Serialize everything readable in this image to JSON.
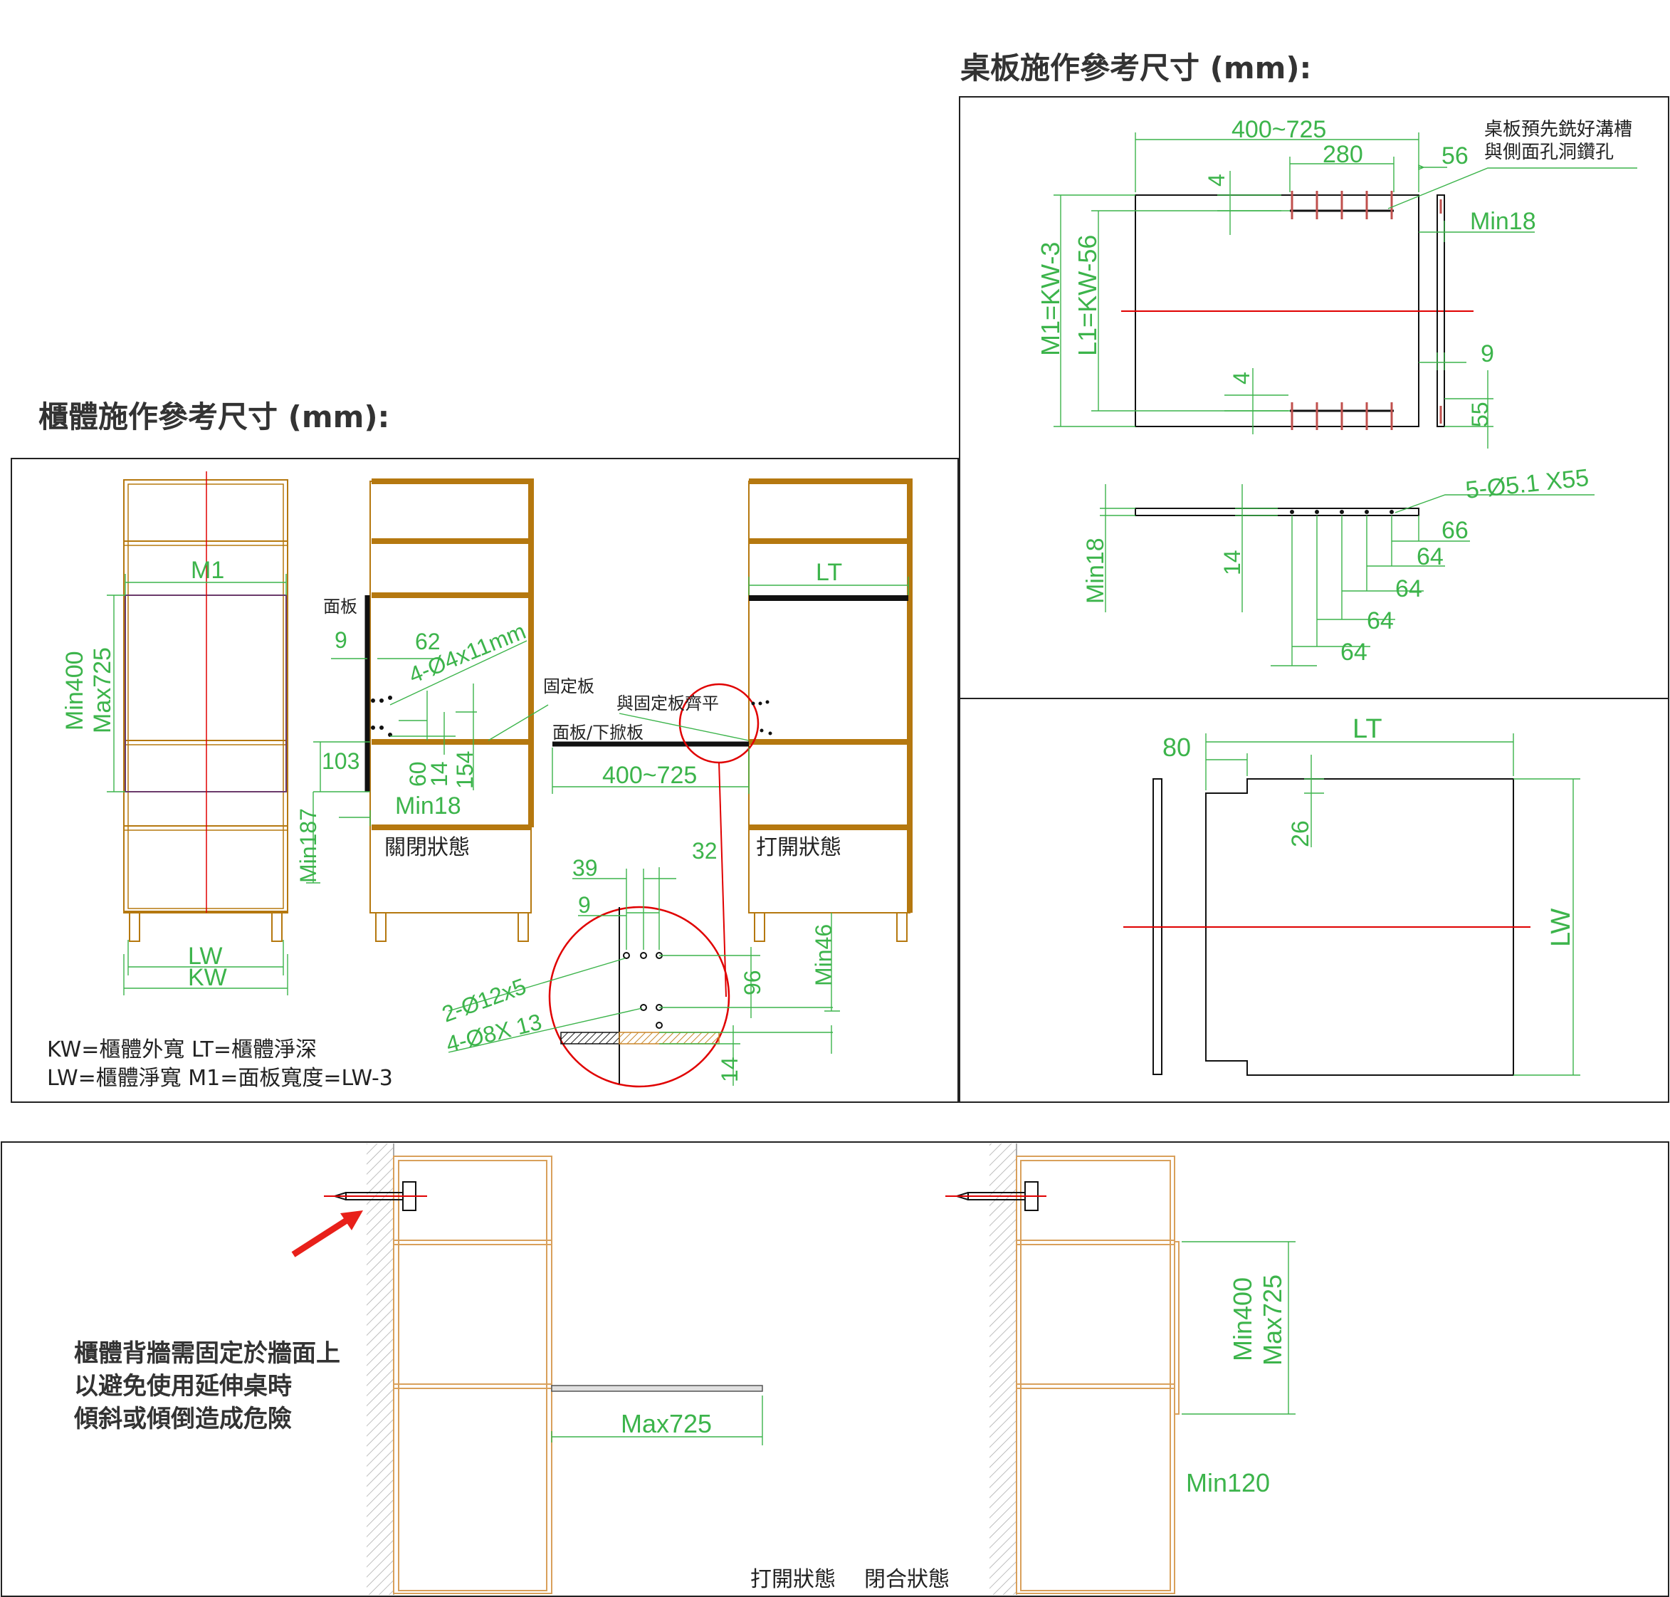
{
  "titles": {
    "desktop": "桌板施作參考尺寸 (mm):",
    "cabinet": "櫃體施作參考尺寸 (mm):"
  },
  "desktop_panel": {
    "note_line1": "桌板預先銑好溝槽",
    "note_line2": "與側面孔洞鑽孔",
    "dim_range": "400~725",
    "dim_280": "280",
    "dim_56": "56",
    "dim_4_top": "4",
    "dim_4_bottom": "4",
    "dim_min18": "Min18",
    "dim_m1": "M1=KW-3",
    "dim_l1": "L1=KW-56",
    "dim_9": "9",
    "dim_55": "55",
    "holes": "5-Ø5.1 X55",
    "side_min18": "Min18",
    "side_14": "14",
    "pitch_66": "66",
    "pitch_64_a": "64",
    "pitch_64_b": "64",
    "pitch_64_c": "64",
    "pitch_64_d": "64"
  },
  "top_view": {
    "dim_80": "80",
    "dim_lt": "LT",
    "dim_26": "26",
    "dim_lw": "LW"
  },
  "cabinet": {
    "dim_m1": "M1",
    "dim_min400": "Min400",
    "dim_max725": "Max725",
    "dim_lw": "LW",
    "dim_kw": "KW",
    "label_panel": "面板",
    "dim_9": "9",
    "dim_62": "62",
    "screw": "4-Ø4x11mm",
    "label_fixed": "固定板",
    "label_flush": "與固定板齊平",
    "label_flap": "面板/下掀板",
    "dim_103": "103",
    "dim_60": "60",
    "dim_14": "14",
    "dim_154": "154",
    "dim_min18": "Min18",
    "dim_min187": "Min187",
    "dim_range": "400~725",
    "dim_lt": "LT",
    "state_closed": "關閉狀態",
    "state_open": "打開狀態",
    "dim_39": "39",
    "dim_32": "32",
    "dim_9b": "9",
    "dim_96": "96",
    "dim_min46": "Min46",
    "dim_14b": "14",
    "holes_a": "2-Ø12x5",
    "holes_b": "4-Ø8X 13",
    "legend_line1": "KW=櫃體外寬  LT=櫃體淨深",
    "legend_line2": "LW=櫃體淨寬   M1=面板寬度=LW-3"
  },
  "wall": {
    "warning_line1": "櫃體背牆需固定於牆面上",
    "warning_line2": "以避免使用延伸桌時",
    "warning_line3": "傾斜或傾倒造成危險",
    "dim_max725": "Max725",
    "dim_min400": "Min400",
    "dim_max725b": "Max725",
    "dim_min120": "Min120",
    "state_open": "打開狀態",
    "state_closed": "閉合狀態"
  }
}
